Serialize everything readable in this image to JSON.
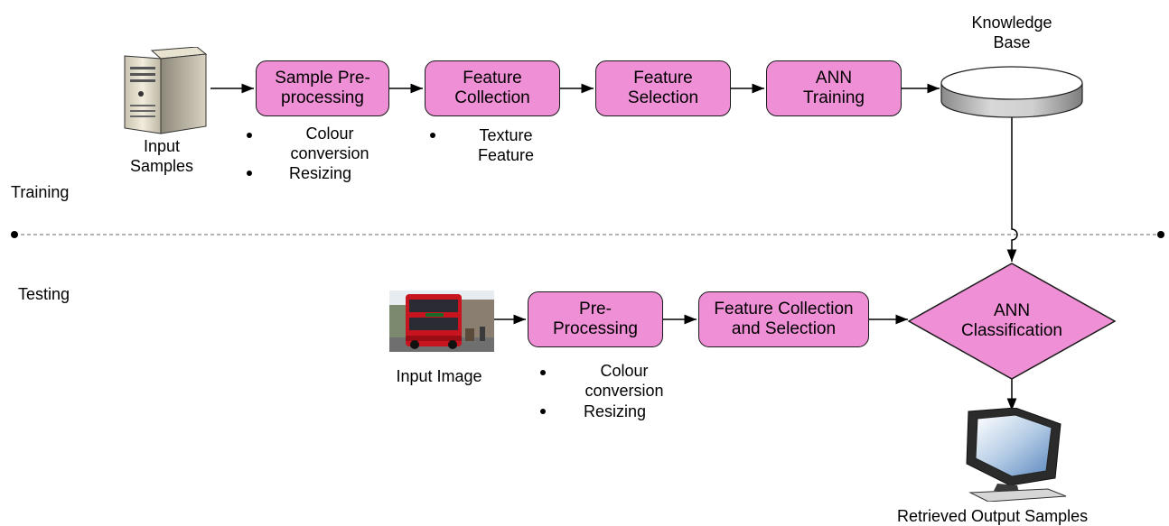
{
  "training": {
    "section_label": "Training",
    "input_samples_label": "Input\nSamples",
    "steps": [
      {
        "label": "Sample Pre-\nprocessing"
      },
      {
        "label": "Feature\nCollection"
      },
      {
        "label": "Feature\nSelection"
      },
      {
        "label": "ANN\nTraining"
      }
    ],
    "knowledge_base_label": "Knowledge\nBase",
    "preprocessing_bullets": [
      "Colour\nconversion",
      "Resizing"
    ],
    "feature_bullets": [
      "Texture\nFeature"
    ]
  },
  "testing": {
    "section_label": "Testing",
    "input_image_label": "Input Image",
    "steps": [
      {
        "label": "Pre-\nProcessing"
      },
      {
        "label": "Feature Collection\nand Selection"
      }
    ],
    "classification_label": "ANN\nClassification",
    "preprocessing_bullets": [
      "Colour\nconversion",
      "Resizing"
    ],
    "output_label": "Retrieved Output Samples"
  },
  "colors": {
    "process_box_fill": "#ef8fd6",
    "diamond_fill": "#ef8fd6",
    "separator_line": "#888888"
  },
  "icons": {
    "input_samples": "server-icon",
    "knowledge_base": "database-icon",
    "input_image": "bus-photo",
    "output": "monitor-icon"
  }
}
